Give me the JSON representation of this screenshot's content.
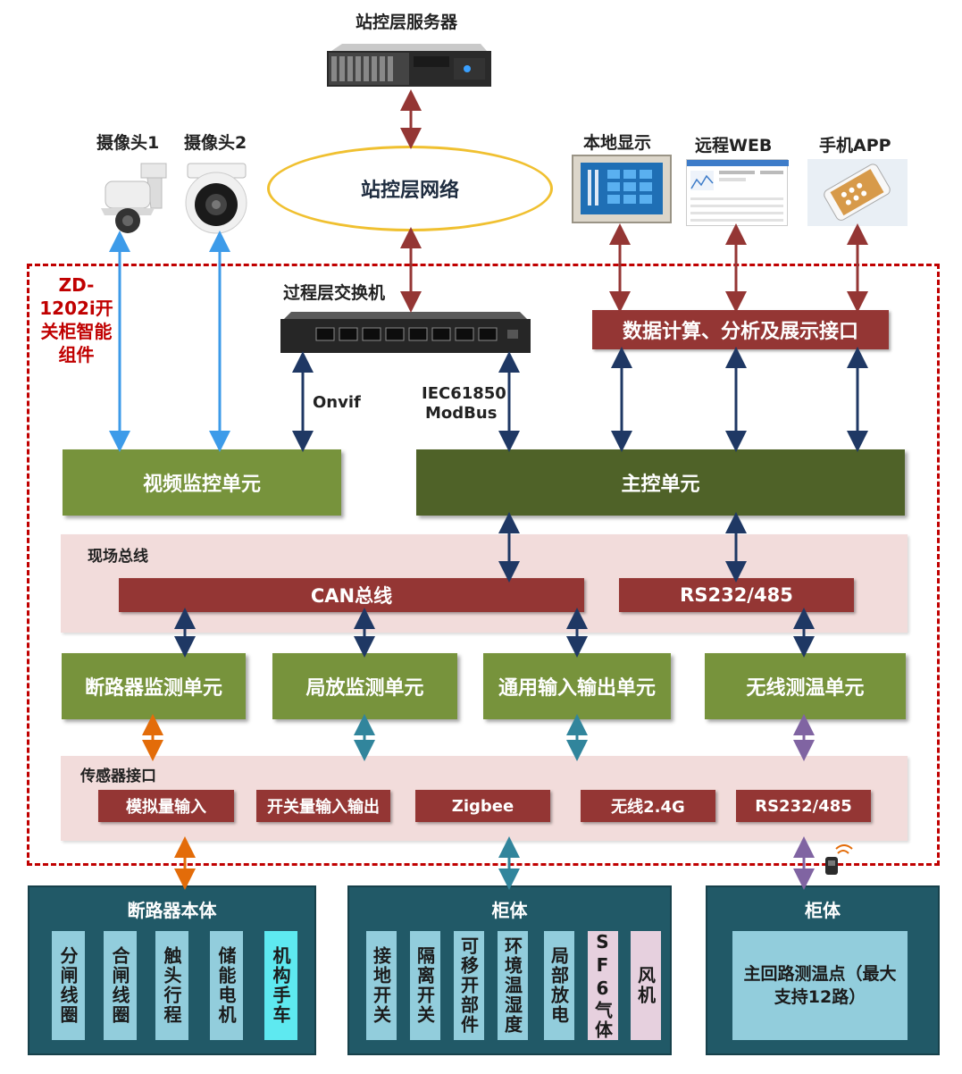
{
  "top": {
    "server_label": "站控层服务器",
    "network_label": "站控层网络",
    "camera1_label": "摄像头1",
    "camera2_label": "摄像头2",
    "local_display_label": "本地显示",
    "remote_web_label": "远程WEB",
    "mobile_app_label": "手机APP"
  },
  "module": {
    "name": "ZD-1202i开关柜智能组件",
    "switch_label": "过程层交换机",
    "onvif_label": "Onvif",
    "protocol_labels": [
      "IEC61850",
      "ModBus"
    ],
    "data_interface": "数据计算、分析及展示接口",
    "video_unit": "视频监控单元",
    "main_unit": "主控单元"
  },
  "fieldbus": {
    "title": "现场总线",
    "can": "CAN总线",
    "rs": "RS232/485"
  },
  "units": [
    "断路器监测单元",
    "局放监测单元",
    "通用输入输出单元",
    "无线测温单元"
  ],
  "sensors": {
    "title": "传感器接口",
    "items": [
      "模拟量输入",
      "开关量输入输出",
      "Zigbee",
      "无线2.4G",
      "RS232/485"
    ]
  },
  "bottom": {
    "breaker": {
      "title": "断路器本体",
      "items": [
        "分闸线圈",
        "合闸线圈",
        "触头行程",
        "储能电机",
        "机构手车"
      ]
    },
    "cabinet": {
      "title": "柜体",
      "items": [
        "接地开关",
        "隔离开关",
        "可移开部件",
        "环境温湿度",
        "局部放电",
        "SF6气体",
        "风机"
      ]
    },
    "cabinet2": {
      "title": "柜体",
      "temp": "主回路测温点（最大支持12路）"
    }
  },
  "colors": {
    "green": "#77933c",
    "dark_green": "#4f6228",
    "dark_red": "#943634",
    "pink": "#f2dcdb",
    "teal": "#215967",
    "arrow_red": "#943634",
    "arrow_blue": "#3d9be9",
    "arrow_navy": "#1f3864",
    "arrow_orange": "#e36c09",
    "arrow_teal": "#31859c",
    "arrow_purple": "#8064a2"
  }
}
